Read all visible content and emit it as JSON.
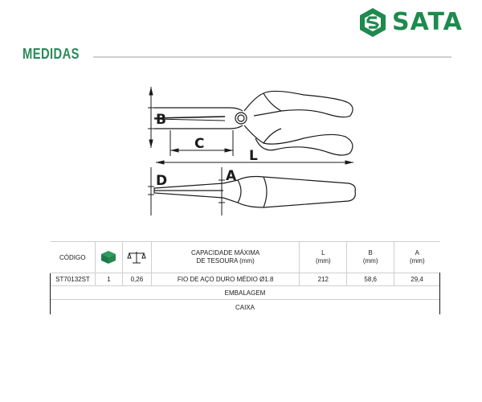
{
  "brand": {
    "name": "SATA",
    "color": "#1e8a4e"
  },
  "section": {
    "title": "MEDIDAS"
  },
  "drawing": {
    "labels": {
      "b": "B",
      "c": "C",
      "l": "L",
      "d": "D",
      "a": "A"
    }
  },
  "table": {
    "headers": {
      "code": "CÓDIGO",
      "qty_icon": "package-icon",
      "weight_icon": "scale-icon",
      "capacity_line1": "CAPACIDADE MÁXIMA",
      "capacity_line2": "DE TESOURA (mm)",
      "l_line1": "L",
      "l_line2": "(mm)",
      "b_line1": "B",
      "b_line2": "(mm)",
      "a_line1": "A",
      "a_line2": "(mm)"
    },
    "row": {
      "code": "ST70132ST",
      "qty": "1",
      "weight": "0,26",
      "capacity": "FIO DE AÇO DURO MÉDIO Ø1.8",
      "l": "212",
      "b": "58,6",
      "a": "29,4"
    },
    "packaging_label": "EMBALAGEM",
    "packaging_value": "CAIXA"
  }
}
